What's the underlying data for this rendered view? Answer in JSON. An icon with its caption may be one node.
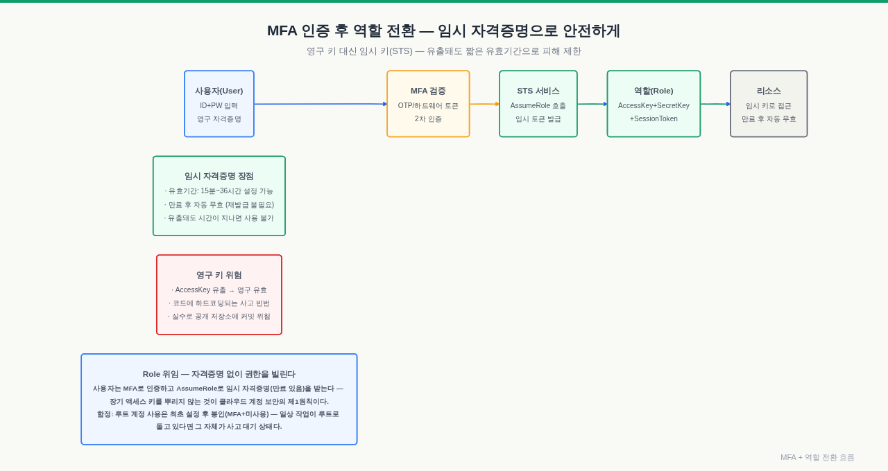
{
  "diagram": {
    "title": "MFA 인증 후 역할 전환 — 임시 자격증명으로 안전하게",
    "caption": "MFA + 역할 전환 흐름",
    "nodes": [
      {
        "text": [
          "사용자(User)",
          "ID+PW 입력",
          "영구 자격증명"
        ]
      },
      {
        "text": [
          "MFA 검증",
          "OTP/하드웨어 토큰",
          "2차 인증"
        ]
      },
      {
        "text": [
          "STS 서비스",
          "AssumeRole 호출",
          "임시 토큰 발급"
        ]
      },
      {
        "text": [
          "역할(Role)",
          "AccessKey+SecretKey",
          "+SessionToken"
        ]
      },
      {
        "text": [
          "리소스",
          "임시 키로 접근",
          "만료 후 자동 무효"
        ]
      },
      {
        "text": [
          "임시 자격증명 장점",
          "· 유효기간: 15분~36시간 설정 가능",
          "· 만료 후 자동 무효 (재발급 불필요)",
          "· 유출돼도 시간이 지나면 사용 불가"
        ]
      },
      {
        "text": [
          "영구 키 위험",
          "· AccessKey 유출 → 영구 유효",
          "· 코드에 하드코딩되는 사고 빈번",
          "· 실수로 공개 저장소에 커밋 위험"
        ]
      },
      {
        "text": [
          "Role 위임 — 자격증명 없이 권한을 빌린다",
          "사용자는 MFA로 인증하고 AssumeRole로 임시 자격증명(만료 있음)을 받는다 — 장기 액세스 키를 뿌리지 않는 것이 클라우드 계정 보안의 제1원칙이다.",
          "함정: 루트 계정 사용은 최초 설정 후 봉인(MFA+미사용) — 일상 작업이 루트로 돌고 있다면 그 자체가 사고 대기 상태다."
        ]
      }
    ],
    "edges": [
      {
        "from": 0,
        "to": 1,
        "arrow": "to",
        "color": "#2563eb"
      },
      {
        "from": 1,
        "to": 2,
        "arrow": "to",
        "color": "#f59e0b"
      },
      {
        "from": 2,
        "to": 3,
        "arrow": "to"
      },
      {
        "from": 3,
        "to": 4,
        "arrow": "to"
      }
    ],
    "labels": [
      "영구 키 대신 임시 키(STS) — 유출돼도 짧은 유효기간으로 피해 제한"
    ]
  }
}
